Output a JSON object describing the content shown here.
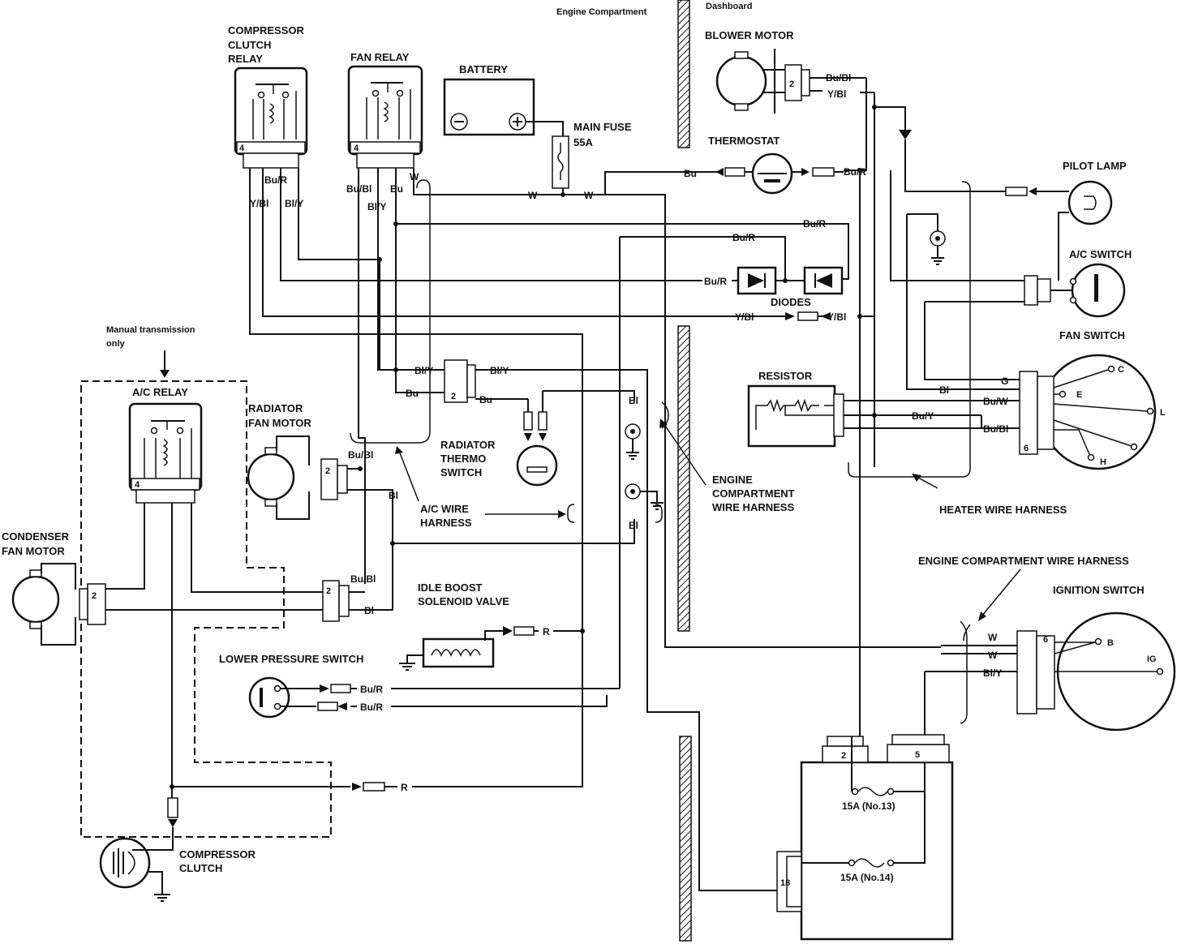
{
  "regions": {
    "engine_compartment": "Engine Compartment",
    "dashboard": "Dashboard"
  },
  "components": {
    "compressor_clutch_relay": [
      "COMPRESSOR",
      "CLUTCH",
      "RELAY"
    ],
    "fan_relay": "FAN RELAY",
    "battery": "BATTERY",
    "main_fuse": [
      "MAIN FUSE",
      "55A"
    ],
    "blower_motor": "BLOWER MOTOR",
    "thermostat": "THERMOSTAT",
    "pilot_lamp": "PILOT LAMP",
    "ac_switch": "A/C SWITCH",
    "diodes": "DIODES",
    "fan_switch": "FAN SWITCH",
    "resistor": "RESISTOR",
    "manual_note": [
      "Manual transmission",
      "only"
    ],
    "ac_relay": "A/C RELAY",
    "radiator_fan_motor": [
      "RADIATOR",
      "FAN MOTOR"
    ],
    "radiator_thermo_switch": [
      "RADIATOR",
      "THERMO",
      "SWITCH"
    ],
    "engine_compartment_wire_harness": [
      "ENGINE",
      "COMPARTMENT",
      "WIRE HARNESS"
    ],
    "heater_wire_harness": "HEATER WIRE HARNESS",
    "ac_wire_harness": [
      "A/C WIRE",
      "HARNESS"
    ],
    "condenser_fan_motor": [
      "CONDENSER",
      "FAN MOTOR"
    ],
    "idle_boost_solenoid_valve": [
      "IDLE BOOST",
      "SOLENOID VALVE"
    ],
    "lower_pressure_switch": "LOWER PRESSURE SWITCH",
    "engine_compartment_wire_harness_2": "ENGINE COMPARTMENT WIRE HARNESS",
    "ignition_switch": "IGNITION SWITCH",
    "compressor_clutch": [
      "COMPRESSOR",
      "CLUTCH"
    ],
    "fuse_13": "15A (No.13)",
    "fuse_14": "15A (No.14)"
  },
  "terminals": {
    "ccr_4": "4",
    "fr_4": "4",
    "acr_4": "4",
    "blower_2": "2",
    "radfan_2": "2",
    "therm_2": "2",
    "cond_2": "2",
    "idle_2": "2",
    "fanswitch_6": "6",
    "ign_6": "6",
    "fb_2": "2",
    "fb_5": "5",
    "fb_18": "18",
    "fs_c": "C",
    "fs_e": "E",
    "fs_l": "L",
    "fs_h": "H",
    "ig_b": "B",
    "ig_ig": "IG"
  },
  "wires": {
    "ccr_bur": "Bu/R",
    "ccr_ybl": "Y/Bl",
    "ccr_bly": "Bl/Y",
    "fr_bubl": "Bu/Bl",
    "fr_bu": "Bu",
    "fr_w": "W",
    "fr_bly": "Bl/Y",
    "w1": "W",
    "w2": "W",
    "blower_bubl": "Bu/Bl",
    "blower_ybl": "Y/Bl",
    "therm_bu": "Bu",
    "therm_bur": "Bu/R",
    "bur_1": "Bu/R",
    "bur_2": "Bu/R",
    "bur_3": "Bu/R",
    "ybl_1": "Y/Bl",
    "ybl_2": "Y/Bl",
    "bly_1": "Bl/Y",
    "bly_2": "Bl/Y",
    "bu_1": "Bu",
    "bu_2": "Bu",
    "bl_1": "Bl",
    "bl_2": "Bl",
    "bl_3": "Bl",
    "bl_4": "Bl",
    "fs_g": "G",
    "fs_bl": "Bl",
    "fs_buw": "Bu/W",
    "fs_buy": "Bu/Y",
    "fs_bubl": "Bu/Bl",
    "rad_bubl": "Bu/Bl",
    "idle_bubl": "Bu/Bl",
    "r_1": "R",
    "r_2": "R",
    "lps_bur1": "Bu/R",
    "lps_bur2": "Bu/R",
    "ign_w1": "W",
    "ign_w2": "W",
    "ign_bly": "Bl/Y"
  }
}
